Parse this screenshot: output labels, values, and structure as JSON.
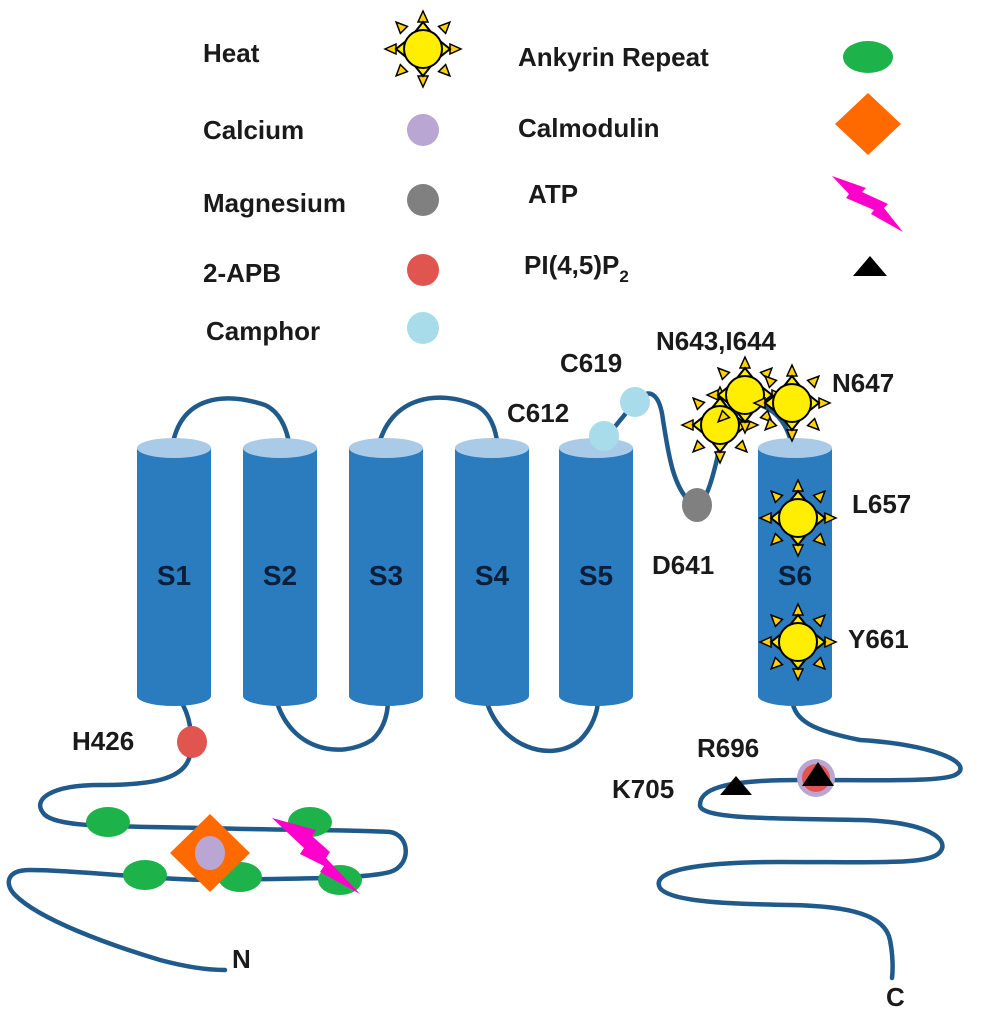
{
  "legend": {
    "heat": "Heat",
    "calcium": "Calcium",
    "magnesium": "Magnesium",
    "apb": "2-APB",
    "camphor": "Camphor",
    "ankyrin": "Ankyrin Repeat",
    "calmodulin": "Calmodulin",
    "atp": "ATP",
    "pip2_main": "PI(4,5)P",
    "pip2_sub": "2"
  },
  "segments": [
    "S1",
    "S2",
    "S3",
    "S4",
    "S5",
    "S6"
  ],
  "residues": {
    "h426": "H426",
    "c612": "C612",
    "c619": "C619",
    "n643_i644": "N643,I644",
    "n647": "N647",
    "d641": "D641",
    "l657": "L657",
    "y661": "Y661",
    "r696": "R696",
    "k705": "K705"
  },
  "termini": {
    "n": "N",
    "c": "C"
  },
  "colors": {
    "helix": "#2a7cbf",
    "helix_top": "#a9cbe8",
    "chain": "#1f5a8a",
    "heat_fill": "#ffee00",
    "ray_fill": "#ffd200",
    "calcium": "#b9a6d2",
    "magnesium": "#808080",
    "apb": "#e05550",
    "camphor": "#a8dcea",
    "ankyrin": "#1db34a",
    "calmodulin": "#ff6a00",
    "atp": "#ff00cc",
    "pip2": "#000000"
  },
  "icons": {
    "heat": "sun-icon",
    "ion": "circle-icon",
    "ankyrin": "ellipse-icon",
    "calmodulin": "diamond-icon",
    "atp": "lightning-bolt-icon",
    "pip2": "triangle-icon"
  }
}
